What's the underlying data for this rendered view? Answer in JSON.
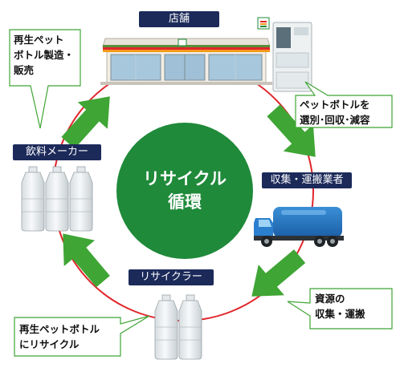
{
  "center": {
    "text": "リサイクル\n循環"
  },
  "nodes": {
    "store": "店舗",
    "maker": "飲料メーカー",
    "collector": "収集・運搬業者",
    "recycler": "リサイクラー"
  },
  "callouts": {
    "sales": "再生ペット\nボトル製造・\n販売",
    "sorting": "ペットボトルを\n選別･回収･減容",
    "transport": "資源の\n収集・運搬",
    "recycle": "再生ペットボトル\nにリサイクル"
  },
  "colors": {
    "cycle_green": "#1f8a3a",
    "arrow_green": "#3fa535",
    "ring_red": "#e0262b",
    "label_navy": "#1c2a5a",
    "callout_border": "#3fa535"
  },
  "icons": {
    "store": "convenience-store-building",
    "machine": "collection-machine",
    "truck": "collection-truck",
    "bottles": "pet-bottles"
  }
}
